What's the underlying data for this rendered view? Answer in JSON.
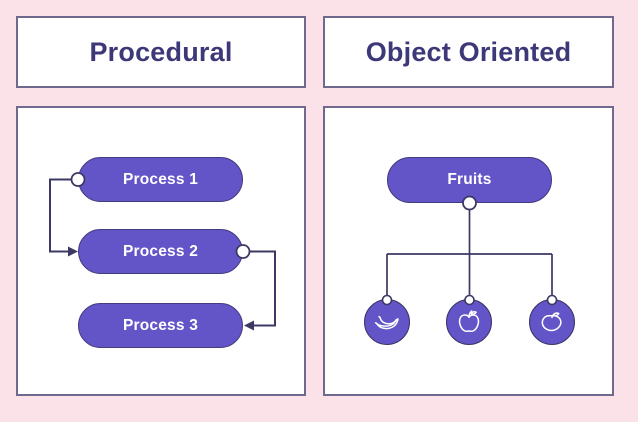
{
  "diagram": {
    "left": {
      "title": "Procedural",
      "nodes": [
        {
          "label": "Process 1"
        },
        {
          "label": "Process 2"
        },
        {
          "label": "Process 3"
        }
      ],
      "flow": "Process 1 -> Process 2 -> Process 3"
    },
    "right": {
      "title": "Object Oriented",
      "root_label": "Fruits",
      "children": [
        {
          "icon": "banana-icon",
          "name": "banana"
        },
        {
          "icon": "apple-icon",
          "name": "apple"
        },
        {
          "icon": "mango-icon",
          "name": "mango"
        }
      ]
    }
  },
  "colors": {
    "background": "#fbe2e9",
    "panel_background": "#ffffff",
    "panel_border": "#6e698d",
    "title_text": "#3d3878",
    "node_fill": "#6355c8",
    "node_border": "#3a3466",
    "node_text": "#ffffff",
    "connector_line": "#3c3864",
    "connector_dot_fill": "#ffffff"
  }
}
